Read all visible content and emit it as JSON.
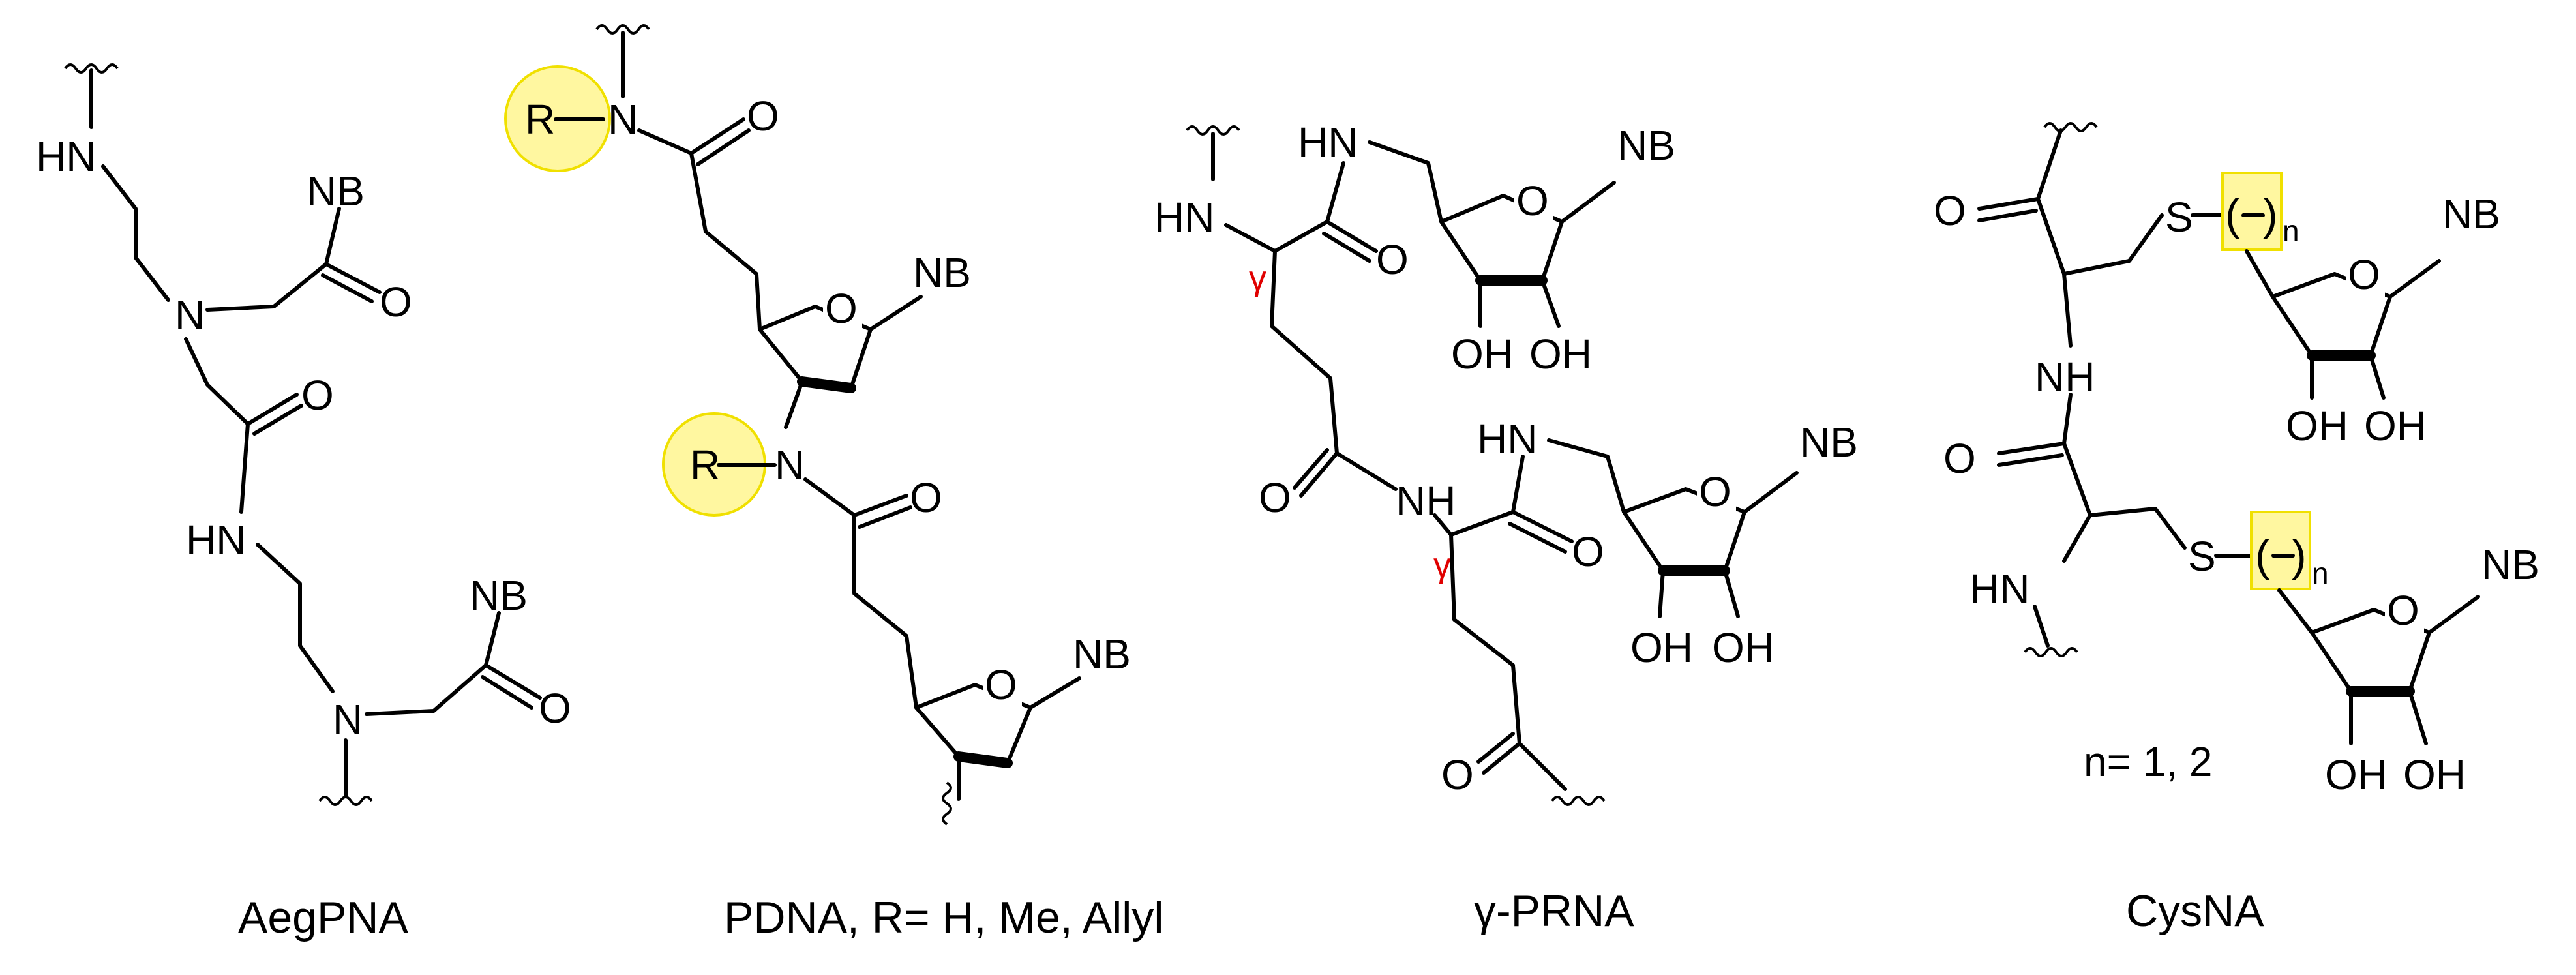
{
  "colors": {
    "highlight_fill": "#fff7a0",
    "highlight_stroke": "#f0e000",
    "gamma": "#e00000",
    "ink": "#000000"
  },
  "atoms": {
    "hn": "HN",
    "nh": "NH",
    "n": "N",
    "nb": "NB",
    "o": "O",
    "oh": "OH",
    "r": "R",
    "s": "S",
    "n_sub": "n",
    "gamma": "γ",
    "paren_open": "(",
    "paren_close": ")"
  },
  "note": "n= 1, 2",
  "captions": {
    "aegpna": "AegPNA",
    "pdna": "PDNA, R= H, Me, Allyl",
    "gprna": "γ-PRNA",
    "cysna": "CysNA"
  }
}
